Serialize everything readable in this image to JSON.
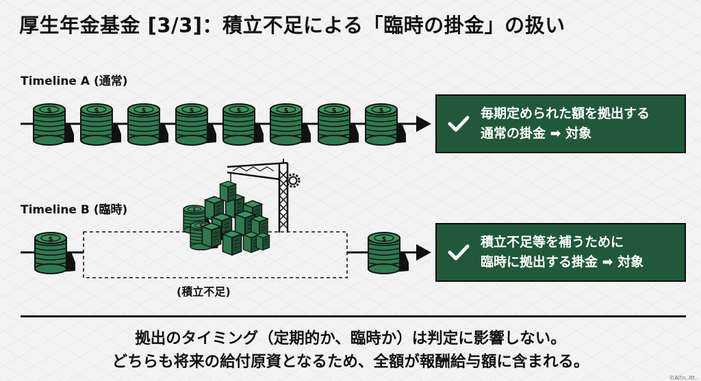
{
  "title": "厚生年金基金 [3/3]：積立不足による「臨時の掛金」の扱い",
  "timeline_a": {
    "label": "Timeline A (通常)",
    "result_line1": "毎期定められた額を拠出する",
    "result_line2": "通常の掛金 ➡ 対象"
  },
  "timeline_b": {
    "label": "Timeline B (臨時)",
    "gap_label": "(積立不足)",
    "result_line1": "積立不足等を補うために",
    "result_line2": "臨時に拠出する掛金 ➡ 対象"
  },
  "summary": {
    "line1": "拠出のタイミング（定期的か、臨時か）は判定に影響しない。",
    "line2": "どちらも将来の給付原資となるため、全額が報酬給与額に含まれる。"
  },
  "credit": "©Al!n..ltt..",
  "colors": {
    "accent_green": "#21583a",
    "coin_green": "#2e7a4e",
    "ink": "#111111",
    "background": "#f3f3f3"
  },
  "icons": [
    "coin-stack-icon",
    "check-icon",
    "crane-icon",
    "gear-icon",
    "block-pile-icon",
    "arrow-head-icon"
  ]
}
